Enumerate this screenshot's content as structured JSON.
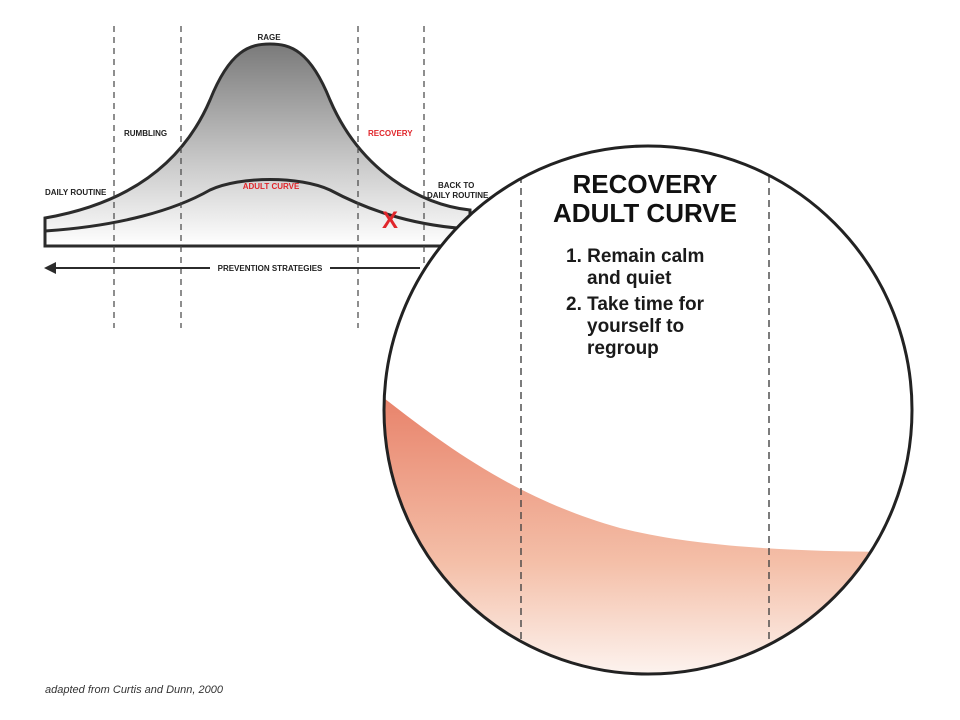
{
  "phases": {
    "daily_routine": "DAILY ROUTINE",
    "rumbling": "RUMBLING",
    "rage": "RAGE",
    "recovery": "RECOVERY",
    "back_to_line1": "BACK TO",
    "back_to_line2": "DAILY ROUTINE"
  },
  "curves": {
    "adult_curve_label": "ADULT CURVE",
    "marker": "X"
  },
  "arrow": {
    "label": "PREVENTION STRATEGIES"
  },
  "zoom": {
    "title_line1": "RECOVERY",
    "title_line2": "ADULT CURVE",
    "steps": [
      {
        "line1": "1. Remain calm",
        "line2": "and quiet"
      },
      {
        "line1": "2. Take time for",
        "line2": "yourself to",
        "line3": "regroup"
      }
    ]
  },
  "credit": "adapted from Curtis and Dunn, 2000",
  "colors": {
    "rage_fill_top": "#7a7a7a",
    "highlight_red": "#e0262b",
    "adult_fill_top": "#e8826a",
    "adult_fill_bottom": "#ffffff",
    "outline": "#2b2b2b"
  }
}
